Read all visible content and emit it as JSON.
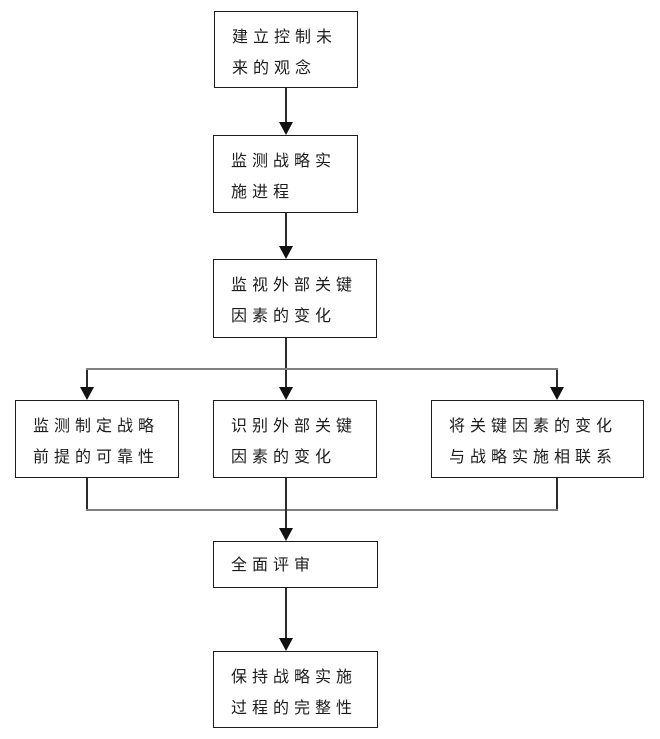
{
  "diagram": {
    "type": "flowchart",
    "direction": "top-down",
    "colors": {
      "background": "#ffffff",
      "box_border": "#1c1c1c",
      "box_fill": "#ffffff",
      "text": "#1c1c1c",
      "vertical_line": "#2b2b2b",
      "horizontal_rail": "#808080",
      "arrowhead": "#111111"
    },
    "nodes": [
      {
        "id": "establish-future-control-concept",
        "label": "建立控制未来的观念",
        "lines": [
          "建立控制未",
          "来的观念"
        ]
      },
      {
        "id": "monitor-strategy-implementation-progress",
        "label": "监测战略实施进程",
        "lines": [
          "监测战略实",
          "施进程"
        ]
      },
      {
        "id": "watch-external-key-factor-changes",
        "label": "监视外部关键因素的变化",
        "lines": [
          "监视外部关键",
          "因素的变化"
        ]
      },
      {
        "id": "monitor-strategy-premise-reliability",
        "label": "监测制定战略前提的可靠性",
        "lines": [
          "监测制定战略",
          "前提的可靠性"
        ]
      },
      {
        "id": "identify-external-key-factor-changes",
        "label": "识别外部关键因素的变化",
        "lines": [
          "识别外部关键",
          "因素的变化"
        ]
      },
      {
        "id": "link-key-factor-changes-to-implementation",
        "label": "将关键因素的变化与战略实施相联系",
        "lines": [
          "将关键因素的变化",
          "与战略实施相联系"
        ]
      },
      {
        "id": "comprehensive-review",
        "label": "全面评审",
        "lines": [
          "全面评审"
        ]
      },
      {
        "id": "maintain-implementation-process-integrity",
        "label": "保持战略实施过程的完整性",
        "lines": [
          "保持战略实施",
          "过程的完整性"
        ]
      }
    ],
    "edges": [
      {
        "from": "establish-future-control-concept",
        "to": "monitor-strategy-implementation-progress"
      },
      {
        "from": "monitor-strategy-implementation-progress",
        "to": "watch-external-key-factor-changes"
      },
      {
        "from": "watch-external-key-factor-changes",
        "to": "monitor-strategy-premise-reliability"
      },
      {
        "from": "watch-external-key-factor-changes",
        "to": "identify-external-key-factor-changes"
      },
      {
        "from": "watch-external-key-factor-changes",
        "to": "link-key-factor-changes-to-implementation"
      },
      {
        "from": "monitor-strategy-premise-reliability",
        "to": "comprehensive-review"
      },
      {
        "from": "identify-external-key-factor-changes",
        "to": "comprehensive-review"
      },
      {
        "from": "link-key-factor-changes-to-implementation",
        "to": "comprehensive-review"
      },
      {
        "from": "comprehensive-review",
        "to": "maintain-implementation-process-integrity"
      }
    ]
  }
}
